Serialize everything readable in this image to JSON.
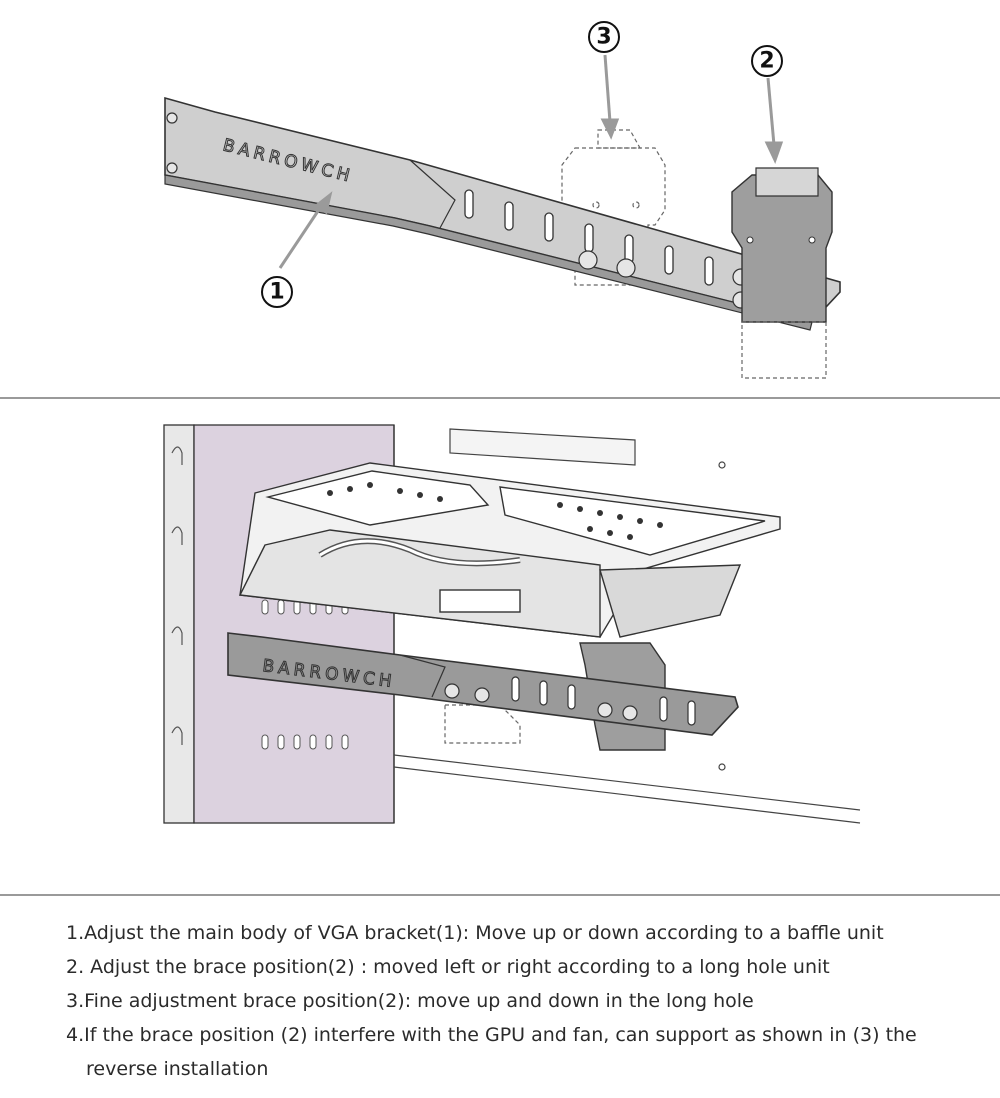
{
  "callouts": {
    "one": "1",
    "two": "2",
    "three": "3"
  },
  "brand": {
    "logo_text": "BARROWCH"
  },
  "instructions": {
    "step1": "1.Adjust the main body of VGA bracket(1): Move up or down according to a baffle unit",
    "step2": "2. Adjust the brace position(2) : moved left or right according to a long hole unit",
    "step3": "3.Fine adjustment brace position(2): move up and down in the long hole",
    "step4_line1": "4.If the brace position (2) interfere with the GPU and fan, can support as shown in (3) the",
    "step4_line2": "reverse installation"
  },
  "colors": {
    "bracket_fill": "#c9c9c9",
    "bracket_dark": "#8c8c8c",
    "case_tint": "#dcd2df",
    "outline": "#333333",
    "arrow": "#9a9a9a"
  }
}
